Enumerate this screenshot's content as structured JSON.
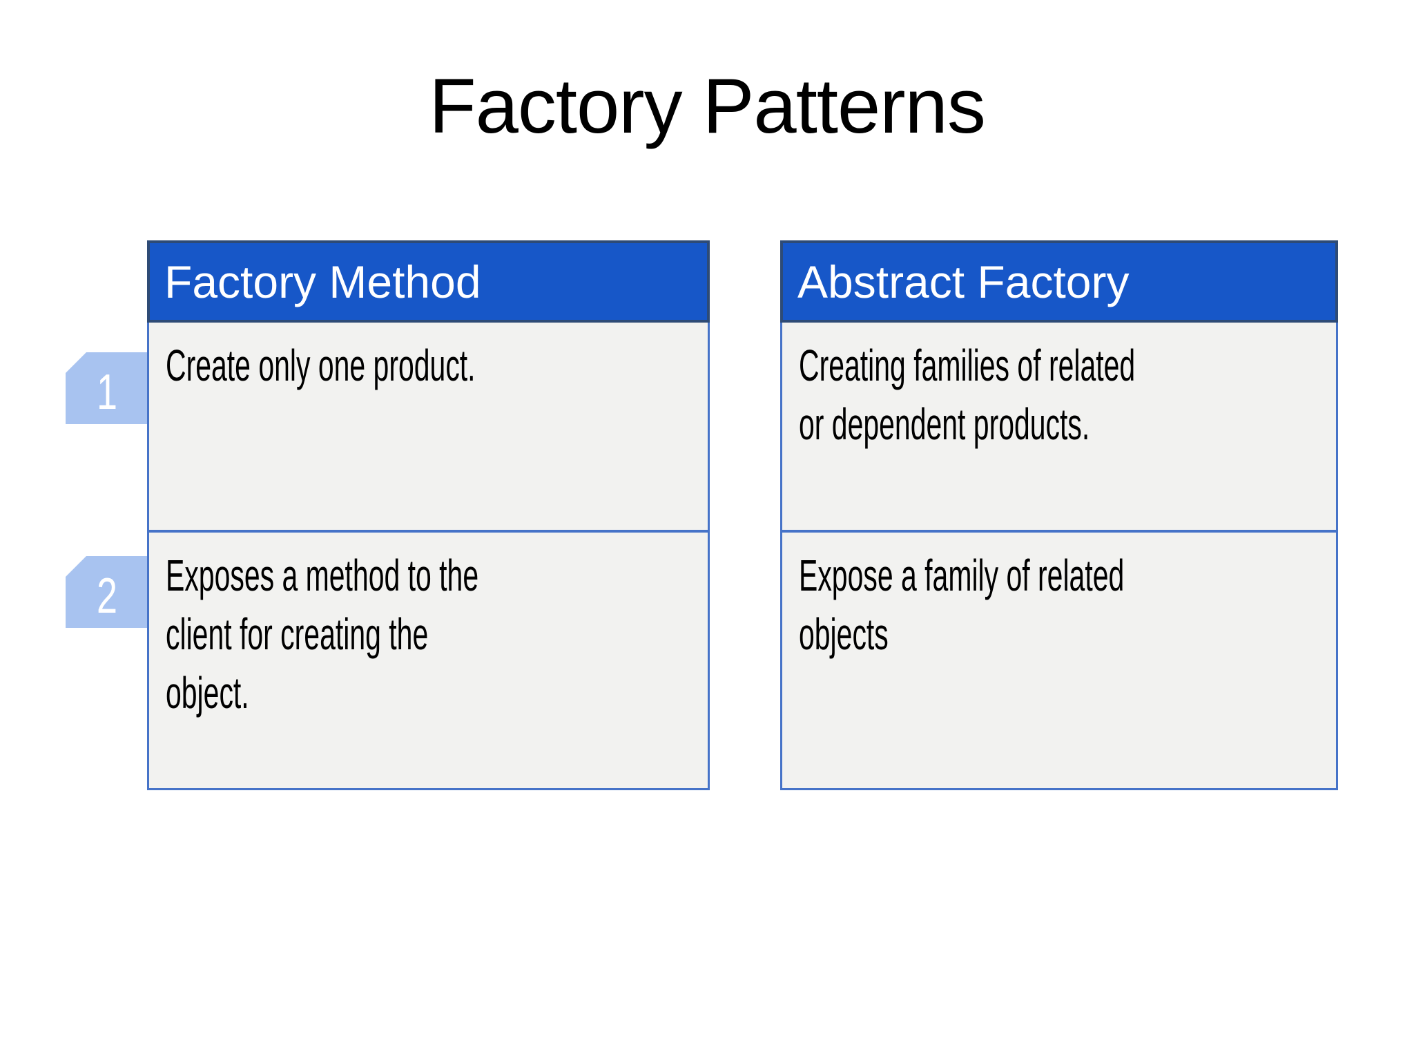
{
  "slide": {
    "title": "Factory Patterns"
  },
  "colors": {
    "header_bg": "#1757C8",
    "header_border": "#2E4B76",
    "header_text": "#FFFFFF",
    "body_bg": "#F2F2F0",
    "body_border": "#4673C8",
    "body_text": "#000000",
    "badge_bg": "#A8C3F0",
    "badge_text": "#FFFFFF"
  },
  "comparison": {
    "badges": [
      "1",
      "2"
    ],
    "columns": [
      {
        "header": "Factory Method",
        "rows": [
          "Create only one product.",
          "Exposes a method to the\nclient for creating the\nobject."
        ]
      },
      {
        "header": "Abstract Factory",
        "rows": [
          "Creating families of related\nor dependent products.",
          "Expose a family of related\nobjects"
        ]
      }
    ]
  }
}
